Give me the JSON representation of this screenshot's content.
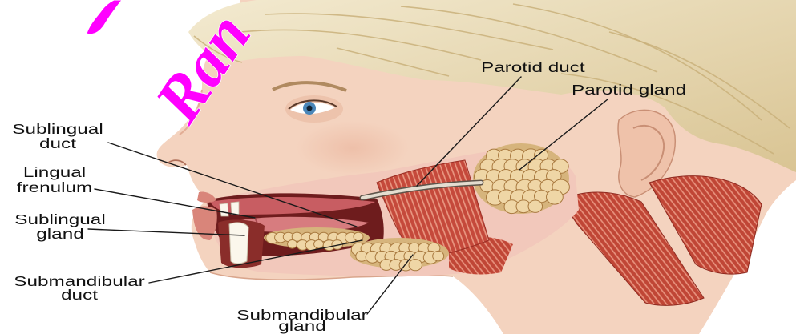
{
  "figure": {
    "labels": {
      "parotid_duct": "Parotid duct",
      "parotid_gland": "Parotid gland",
      "sublingual_duct": [
        "Sublingual",
        "duct"
      ],
      "lingual_frenulum": [
        "Lingual",
        "frenulum"
      ],
      "sublingual_gland": [
        "Sublingual",
        "gland"
      ],
      "submandibular_duct": [
        "Submandibular",
        "duct"
      ],
      "submandibular_gland": [
        "Submandibular",
        "gland"
      ]
    }
  },
  "watermark": {
    "text": "Ran"
  },
  "colors": {
    "label": "#111111",
    "leader": "#1a1a1a",
    "watermark": "#ff00ff",
    "skin": "#f4d3bf",
    "hair": "#e9dcb4",
    "muscle": "#c5493b",
    "gland": "#efd6a6"
  }
}
